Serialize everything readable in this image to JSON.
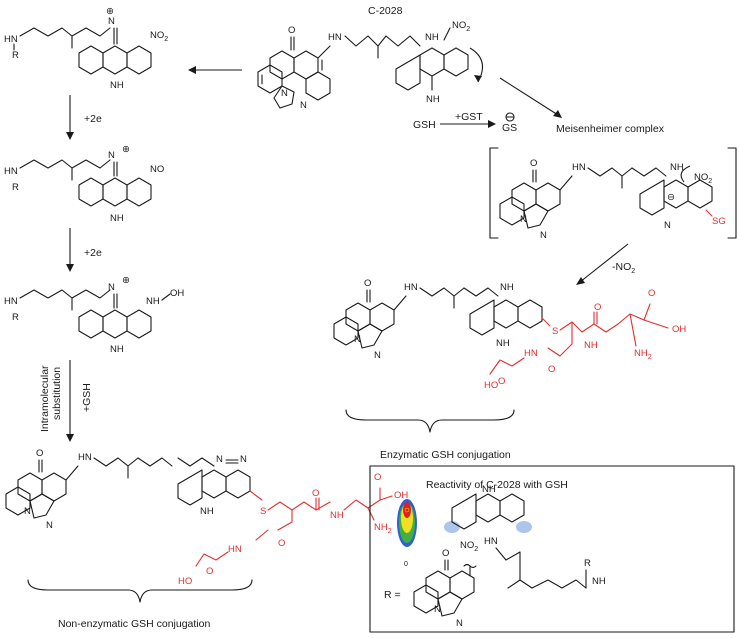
{
  "title": "C-2028",
  "reagents": {
    "electrons_1": "+2e",
    "electrons_2": "+2e",
    "gsh": "GSH",
    "gst": "+GST",
    "gs_anion": "GS",
    "nitrite": "-NO",
    "nitrite_sub": "2",
    "intramolecular": "Intramolecular",
    "substitution": "substitution",
    "plus_gsh": "+GSH"
  },
  "labels": {
    "meisenheimer": "Meisenheimer complex",
    "enzymatic": "Enzymatic GSH conjugation",
    "non_enzymatic": "Non-enzymatic GSH conjugation",
    "reactivity_box": "Reactivity of C-2028 with GSH",
    "r_equals": "R ="
  },
  "atoms": {
    "hn": "HN",
    "r": "R",
    "n_plus": "N",
    "no2": "NO",
    "no2_sub": "2",
    "nh": "NH",
    "n": "N",
    "h": "H",
    "o": "O",
    "no": "NO",
    "nh_oh": "NH",
    "oh": "OH",
    "sg": "SG",
    "s": "S",
    "cooh": "OH",
    "nh2": "NH",
    "nh2_sub": "2",
    "ho": "HO",
    "hn_peptide": "HN",
    "nh_peptide": "NH",
    "charge_plus": "⊕",
    "charge_minus": "⊖"
  },
  "colors": {
    "gsh_red": "#e03030",
    "ink": "#1a1a1a",
    "glow_blue": "#4a7fd8",
    "heat_red": "#e02020",
    "heat_yellow": "#f0e020",
    "heat_green": "#40b040",
    "heat_blue": "#3060d0"
  },
  "icons": {
    "forward_arrow": "arrow-icon",
    "charge_plus": "plus-charge-icon",
    "charge_minus": "minus-charge-icon"
  }
}
